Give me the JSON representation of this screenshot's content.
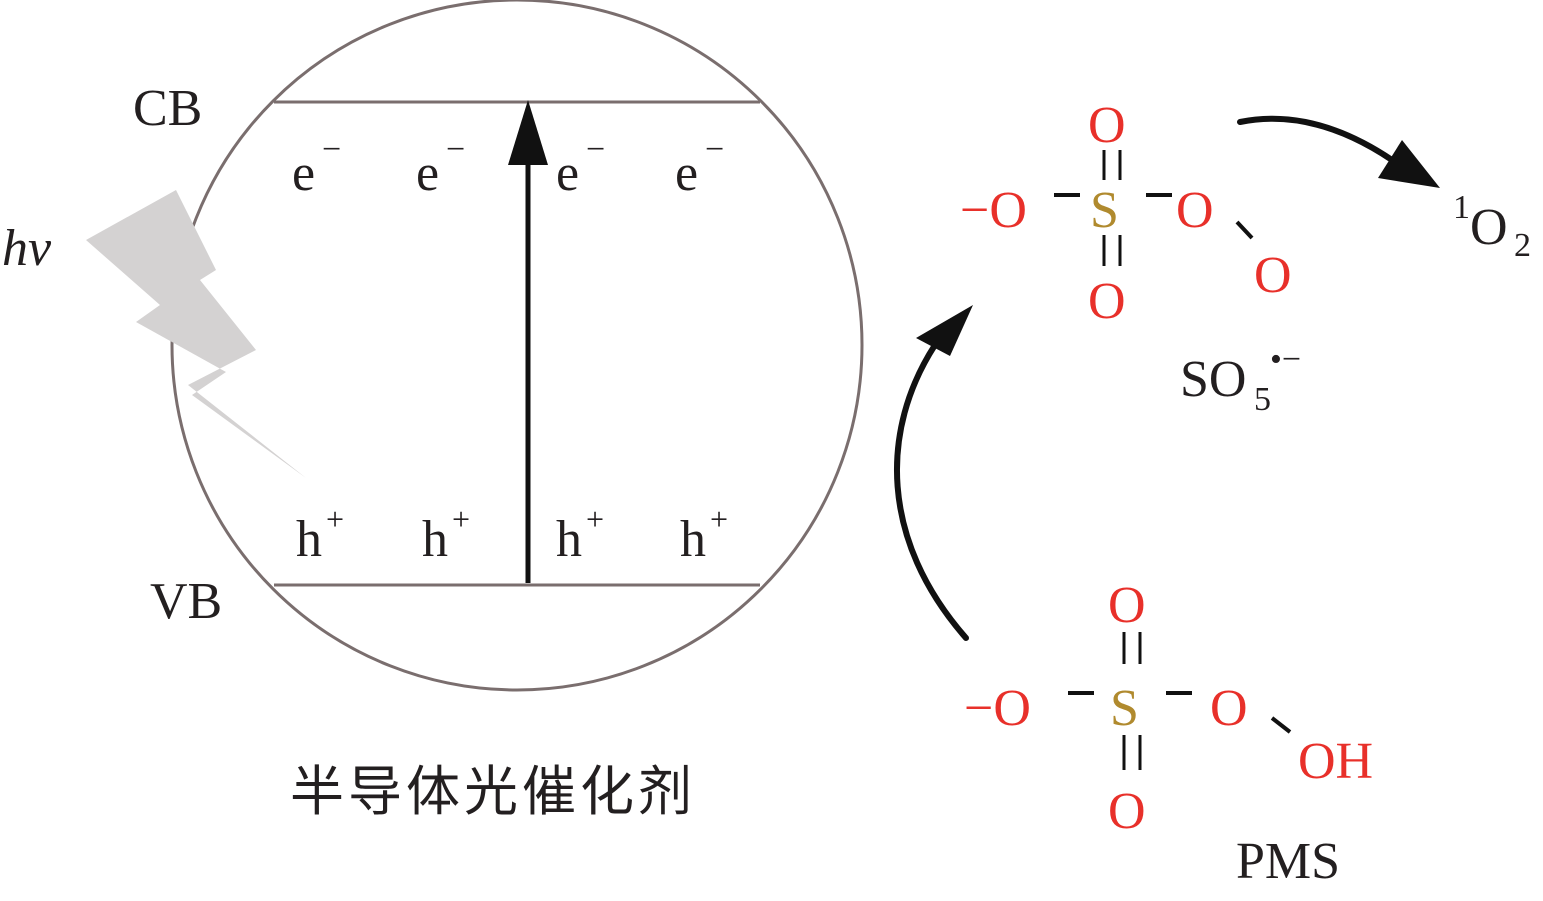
{
  "labels": {
    "cb": "CB",
    "vb": "VB",
    "hv": "hv",
    "caption": "半导体光催化剂",
    "electron": "e",
    "electron_charge": "−",
    "hole": "h",
    "hole_charge": "+",
    "so5_base": "SO",
    "so5_sub": "5",
    "so5_charge": "•−",
    "singlet_sup": "1",
    "singlet_base": "O",
    "singlet_sub": "2",
    "pms": "PMS"
  },
  "molecule_top": {
    "left_o": "−O",
    "s": "S",
    "top_o": "O",
    "bottom_o": "O",
    "right_o": "O",
    "terminal": "O"
  },
  "molecule_bottom": {
    "left_o": "−O",
    "s": "S",
    "top_o": "O",
    "bottom_o": "O",
    "right_o": "O",
    "terminal": "OH"
  },
  "colors": {
    "text": "#231f20",
    "oxygen": "#e8302a",
    "sulfur": "#b08a2e",
    "circle": "#7a6e6e",
    "bolt": "#d4d2d2"
  }
}
